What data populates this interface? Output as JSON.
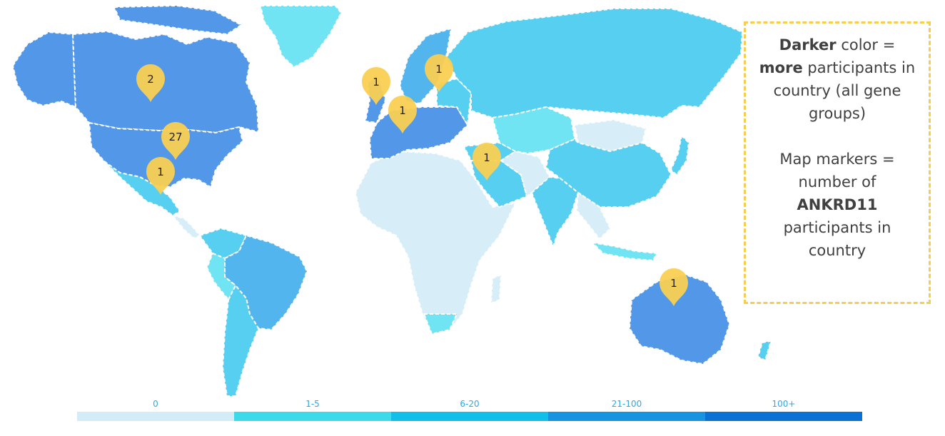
{
  "info_box": {
    "line1_bold": "Darker",
    "line1_rest": " color =",
    "line2_bold": "more",
    "line2_rest": " participants in country (all gene groups)",
    "line3": "Map markers = number of",
    "line3_bold": "ANKRD11",
    "line3_rest": "participants in country"
  },
  "legend": {
    "items": [
      {
        "label": "0",
        "color": "#d3ecf7"
      },
      {
        "label": "1-5",
        "color": "#3ddbea"
      },
      {
        "label": "6-20",
        "color": "#12bfe8"
      },
      {
        "label": "21-100",
        "color": "#1793e0"
      },
      {
        "label": "100+",
        "color": "#0c71d4"
      }
    ]
  },
  "markers": [
    {
      "label": "2",
      "region": "Canada"
    },
    {
      "label": "27",
      "region": "United States"
    },
    {
      "label": "1",
      "region": "Mexico"
    },
    {
      "label": "1",
      "region": "United Kingdom"
    },
    {
      "label": "1",
      "region": "Sweden"
    },
    {
      "label": "1",
      "region": "Germany"
    },
    {
      "label": "1",
      "region": "Turkey"
    },
    {
      "label": "1",
      "region": "Australia"
    }
  ],
  "colors": {
    "dark_blue": "#5398e8",
    "mid_blue": "#52b5ee",
    "light_blue": "#57cff0",
    "cyan": "#70e4f2",
    "pale": "#d7eef8",
    "marker": "#f9cf52"
  }
}
